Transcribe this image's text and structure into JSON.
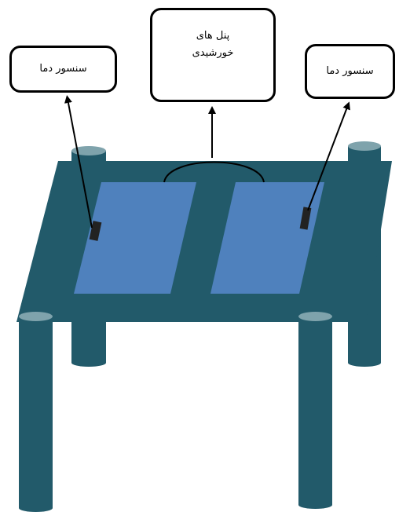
{
  "labels": {
    "left_sensor": "سنسور دما",
    "right_sensor": "سنسور دما",
    "solar_panels_line1": "پنل های",
    "solar_panels_line2": "خورشیدی"
  },
  "colors": {
    "table": "#225a6a",
    "leg_top": "#7fa3ac",
    "panel": "#4f81bd",
    "sensor": "#222222",
    "outline": "#000000"
  }
}
